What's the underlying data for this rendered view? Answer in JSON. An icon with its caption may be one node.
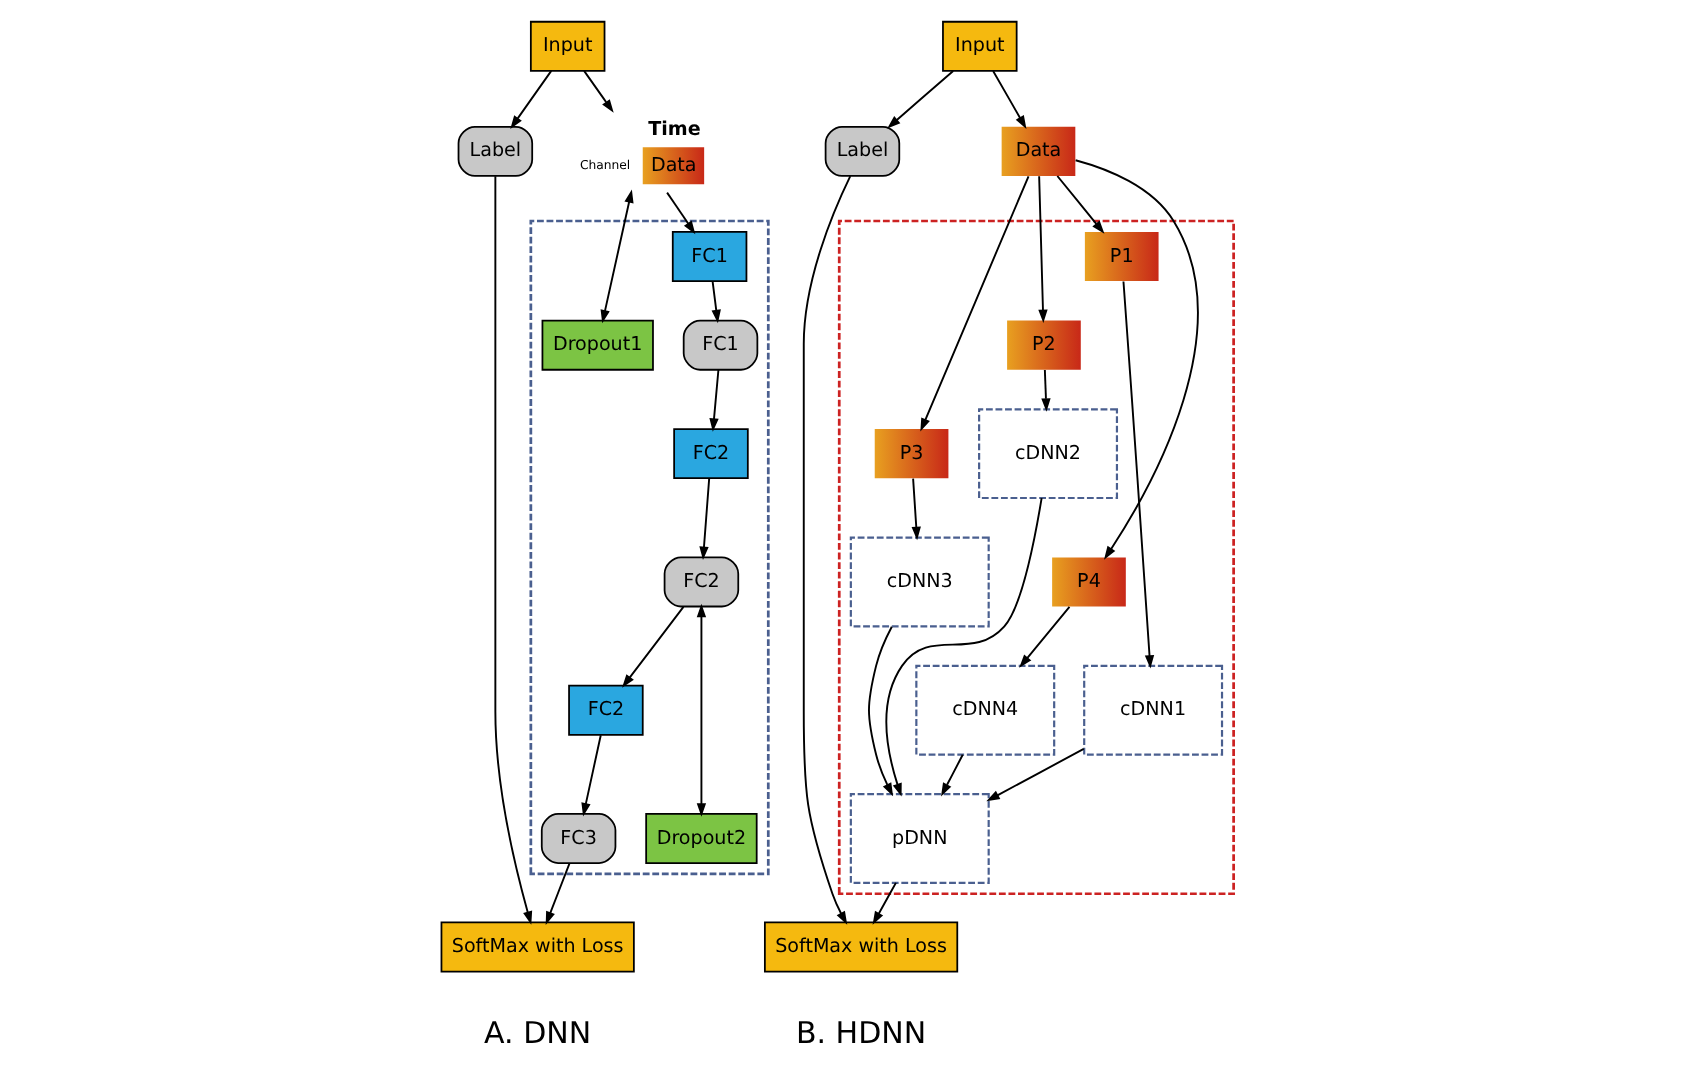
{
  "diagram": {
    "nodes": [
      {
        "text": [
          "Input"
        ]
      },
      {
        "text": [
          "Label"
        ]
      },
      {
        "text": [
          "Data"
        ],
        "beside": [
          "Time",
          "Channel"
        ]
      },
      {
        "text": [],
        "shape": "box"
      },
      {
        "text": [
          "FC1"
        ],
        "in": 3
      },
      {
        "text": [
          "Dropout1"
        ],
        "in": 3
      },
      {
        "text": [
          "FC1"
        ],
        "in": 3
      },
      {
        "text": [
          "FC2"
        ],
        "in": 3
      },
      {
        "text": [
          "FC2"
        ],
        "in": 3
      },
      {
        "text": [
          "FC2"
        ],
        "in": 3
      },
      {
        "text": [
          "Dropout2"
        ],
        "in": 3
      },
      {
        "text": [
          "FC3"
        ],
        "in": 3
      },
      {
        "text": [
          "SoftMax with Loss"
        ]
      },
      {
        "text": [
          "Input"
        ]
      },
      {
        "text": [
          "Label"
        ]
      },
      {
        "text": [
          "Data"
        ]
      },
      {
        "text": [],
        "shape": "box"
      },
      {
        "text": [
          "P1"
        ],
        "in": 16
      },
      {
        "text": [
          "P2"
        ],
        "in": 16
      },
      {
        "text": [
          "P3"
        ],
        "in": 16
      },
      {
        "text": [
          "P4"
        ],
        "in": 16
      },
      {
        "text": [
          "cDNN1"
        ],
        "in": 16
      },
      {
        "text": [
          "cDNN2"
        ],
        "in": 16
      },
      {
        "text": [
          "cDNN3"
        ],
        "in": 16
      },
      {
        "text": [
          "cDNN4"
        ],
        "in": 16
      },
      {
        "text": [
          "pDNN"
        ],
        "in": 16
      },
      {
        "text": [
          "SoftMax with Loss"
        ]
      }
    ],
    "edges": [
      {
        "from": 0,
        "to": 1,
        "arrow": "to"
      },
      {
        "from": 0,
        "to": 2,
        "arrow": "to"
      },
      {
        "from": 2,
        "to": 4,
        "arrow": "to"
      },
      {
        "from": 2,
        "to": 5,
        "arrow": "both"
      },
      {
        "from": 4,
        "to": 6,
        "arrow": "to"
      },
      {
        "from": 6,
        "to": 7,
        "arrow": "to"
      },
      {
        "from": 7,
        "to": 8,
        "arrow": "to"
      },
      {
        "from": 8,
        "to": 9,
        "arrow": "to"
      },
      {
        "from": 8,
        "to": 10,
        "arrow": "both"
      },
      {
        "from": 9,
        "to": 11,
        "arrow": "to"
      },
      {
        "from": 11,
        "to": 12,
        "arrow": "to"
      },
      {
        "from": 1,
        "to": 12,
        "arrow": "to"
      },
      {
        "from": 13,
        "to": 14,
        "arrow": "to"
      },
      {
        "from": 13,
        "to": 15,
        "arrow": "to"
      },
      {
        "from": 15,
        "to": 17,
        "arrow": "to"
      },
      {
        "from": 15,
        "to": 18,
        "arrow": "to"
      },
      {
        "from": 15,
        "to": 19,
        "arrow": "to"
      },
      {
        "from": 15,
        "to": 20,
        "arrow": "to"
      },
      {
        "from": 17,
        "to": 21,
        "arrow": "to"
      },
      {
        "from": 18,
        "to": 22,
        "arrow": "to"
      },
      {
        "from": 19,
        "to": 23,
        "arrow": "to"
      },
      {
        "from": 20,
        "to": 24,
        "arrow": "to"
      },
      {
        "from": 21,
        "to": 25,
        "arrow": "to"
      },
      {
        "from": 22,
        "to": 25,
        "arrow": "to"
      },
      {
        "from": 23,
        "to": 25,
        "arrow": "to"
      },
      {
        "from": 24,
        "to": 25,
        "arrow": "to"
      },
      {
        "from": 25,
        "to": 26,
        "arrow": "to"
      },
      {
        "from": 14,
        "to": 26,
        "arrow": "to"
      }
    ],
    "labels": [
      "A. DNN",
      "B. HDNN"
    ]
  }
}
